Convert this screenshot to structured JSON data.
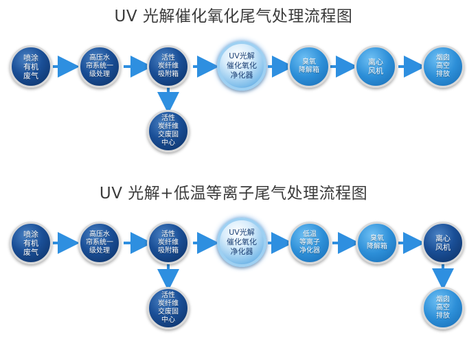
{
  "diagram_1": {
    "title": "UV 光解催化氧化尾气处理流程图",
    "nodes": {
      "spray_paint_waste_gas": "喷涂\n有机\n废气",
      "water_curtain": "高压水\n帘系统一\n级处理",
      "carbon_fiber_box": "活性\n炭纤维\n吸附箱",
      "carbon_fiber_center": "活性\n炭纤维\n交废固\n中心",
      "uv_catalytic_oxidizer": "UV光解\n催化氧化\n净化器",
      "ozone_box": "臭氧\n降解箱",
      "centrifugal_fan": "离心\n风机",
      "chimney": "烟囱\n高空\n排放"
    }
  },
  "diagram_2": {
    "title": "UV 光解+低温等离子尾气处理流程图",
    "nodes": {
      "spray_paint_waste_gas": "喷涂\n有机\n废气",
      "water_curtain": "高压水\n帘系统一\n级处理",
      "carbon_fiber_box": "活性\n炭纤维\n吸附箱",
      "carbon_fiber_center": "活性\n炭纤维\n交废固\n中心",
      "uv_catalytic_oxidizer": "UV光解\n催化氧化\n净化器",
      "plasma_purifier": "低温\n等离子\n净化器",
      "ozone_box": "臭氧\n降解箱",
      "centrifugal_fan": "离心\n风机",
      "chimney": "烟囱\n高空\n排放"
    }
  },
  "colors": {
    "arrow": "#2e8fe0",
    "node_dark": "#1a4f97",
    "node_light": "#2d8fd8",
    "title_text": "#3b3b3b"
  }
}
